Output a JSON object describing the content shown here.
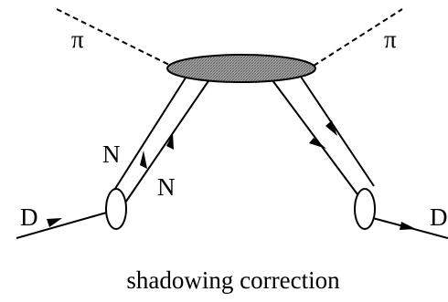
{
  "labels": {
    "pion_in": "π",
    "pion_out": "π",
    "deuteron_in": "D",
    "deuteron_out": "D",
    "nucleon_left": "N",
    "nucleon_right": "N"
  },
  "caption": "shadowing correction",
  "colors": {
    "line": "#000000",
    "blob": "#9a9a9a",
    "background": "#ffffff"
  }
}
